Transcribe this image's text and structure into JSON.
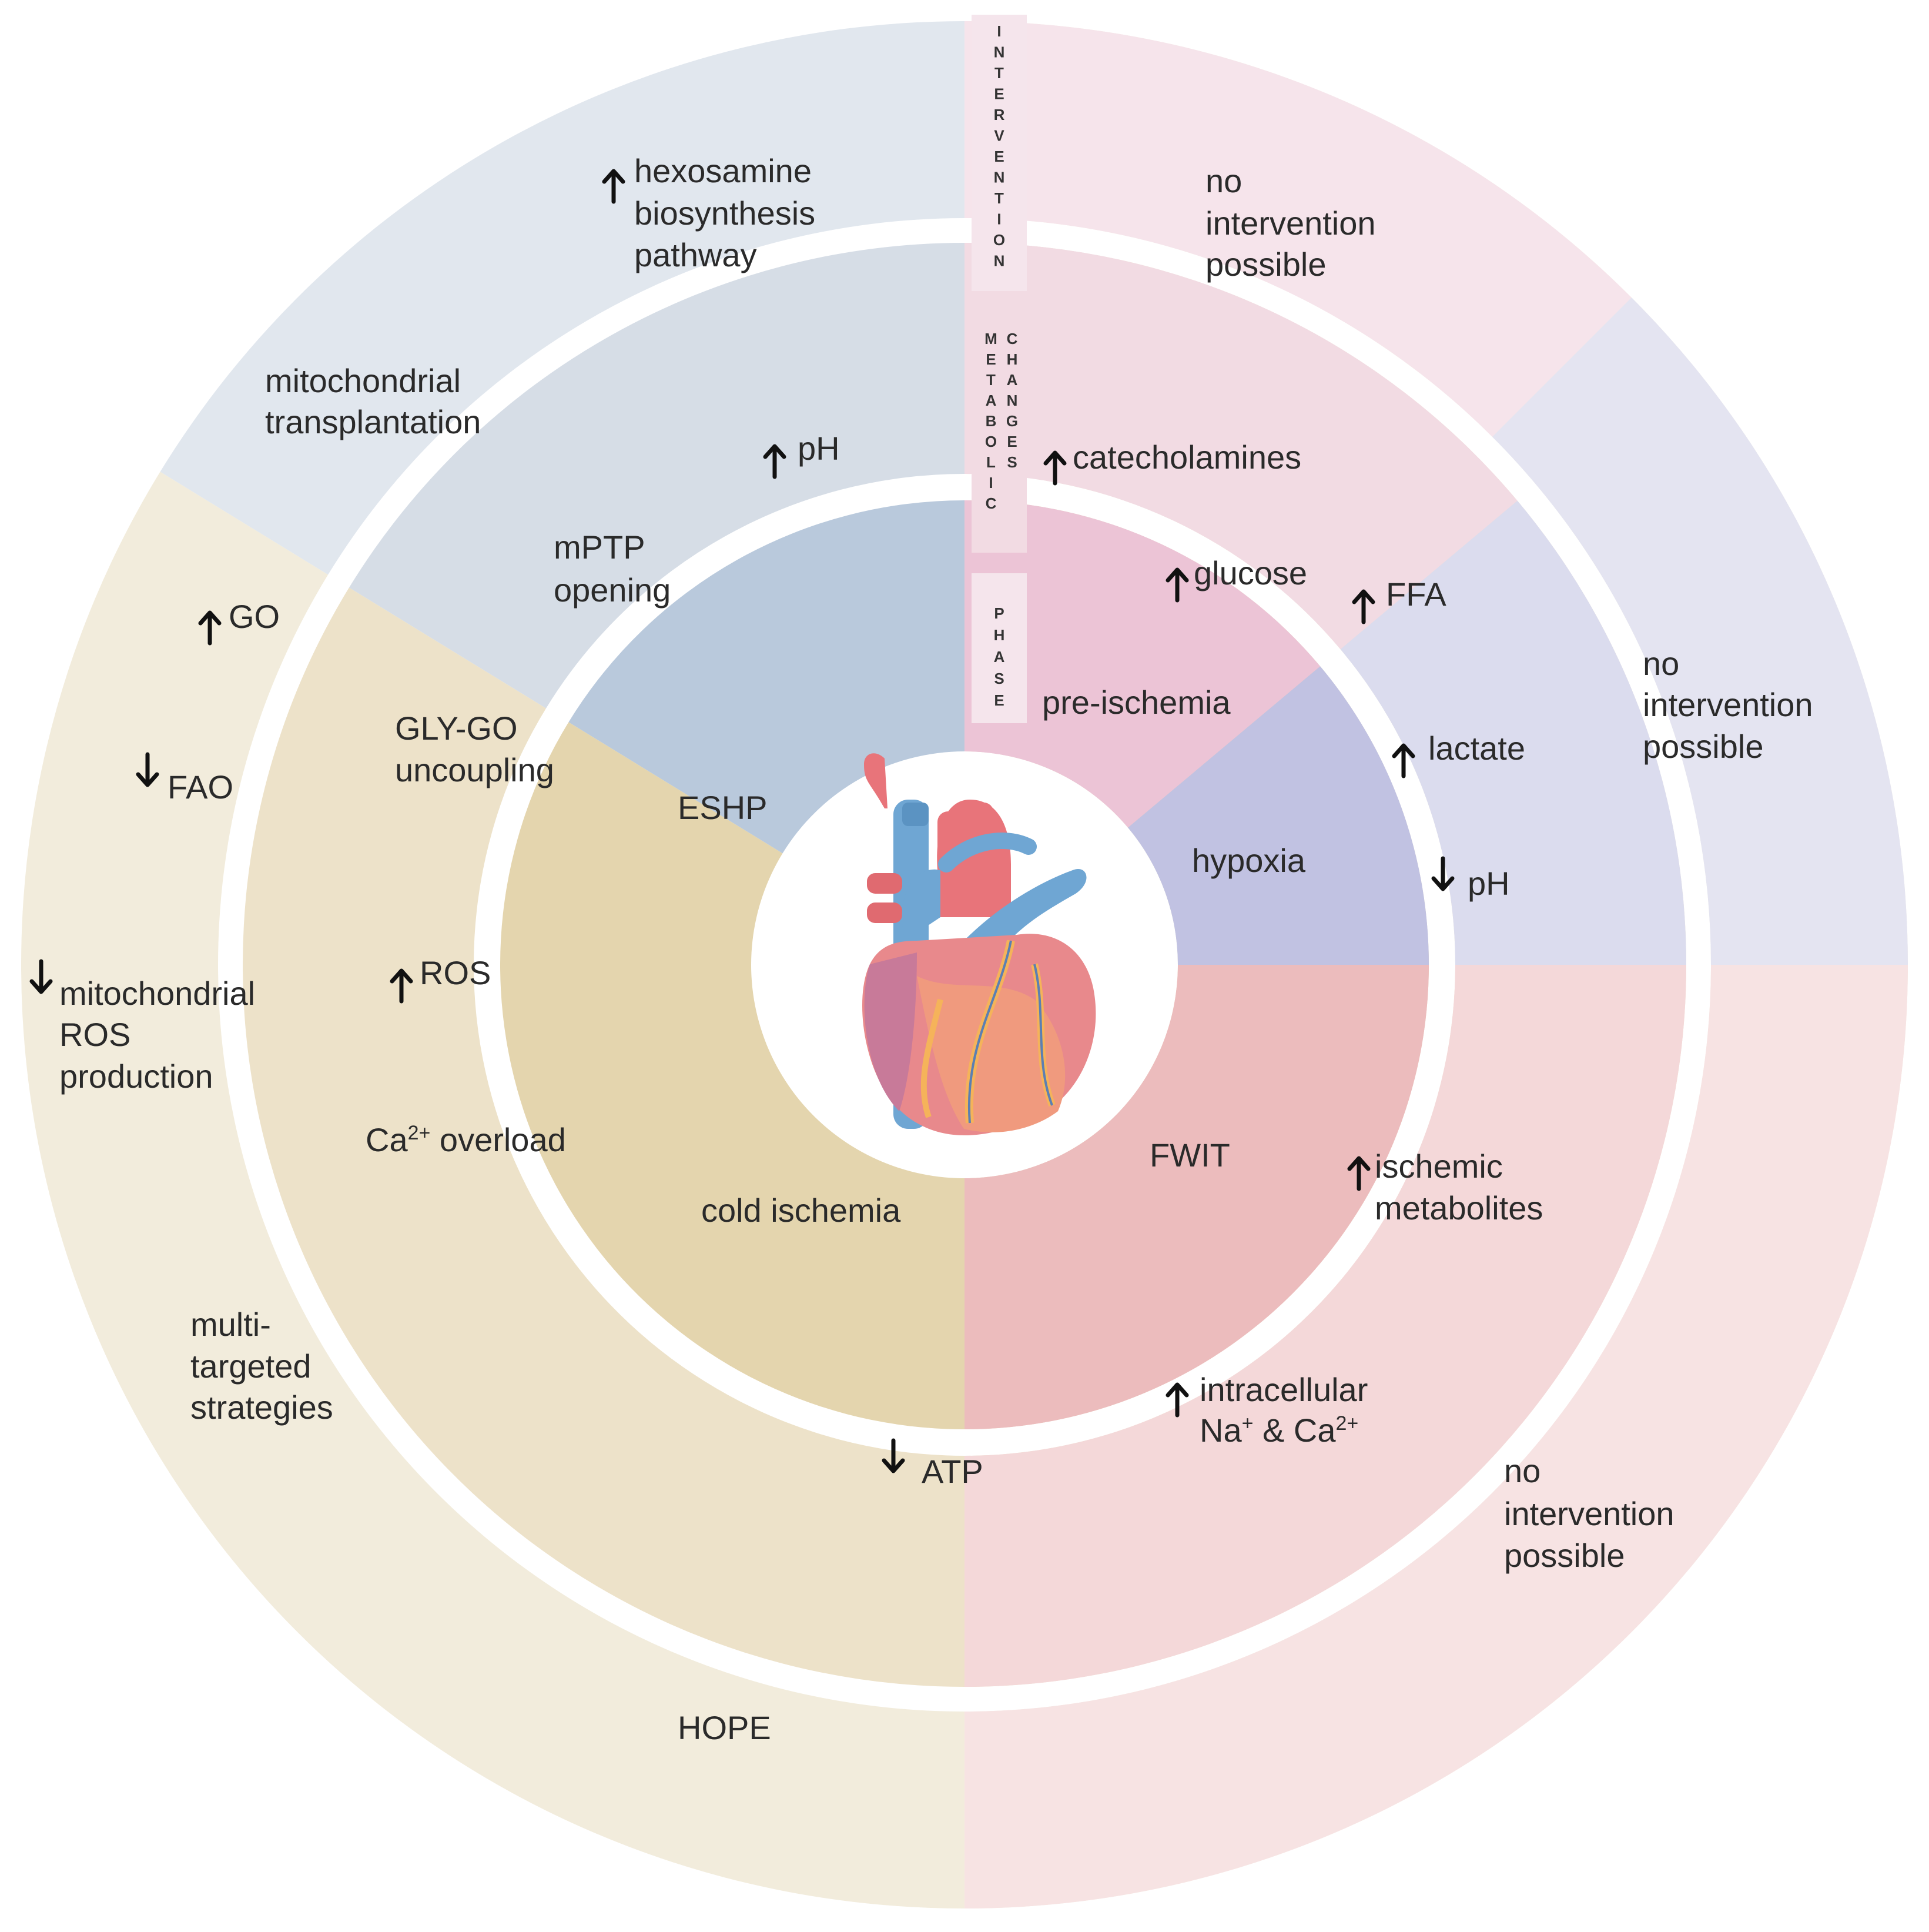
{
  "strips": {
    "intervention": "INTERVENTION",
    "metabolic": "METABOLIC",
    "changes": "CHANGES",
    "phase": "PHASE"
  },
  "phases": {
    "pre_ischemia": "pre-ischemia",
    "hypoxia": "hypoxia",
    "fwit": "FWIT",
    "cold_ischemia": "cold ischemia",
    "eshp": "ESHP"
  },
  "metabolic_changes": {
    "catecholamines": "catecholamines",
    "glucose": "glucose",
    "ffa": "FFA",
    "lactate": "lactate",
    "ph_low": "pH",
    "ischemic_1": "ischemic",
    "ischemic_2": "metabolites",
    "intracellular_1": "intracellular",
    "intracellular_2_na": "Na",
    "intracellular_2_sup1": "+",
    "intracellular_2_mid": " & Ca",
    "intracellular_2_sup2": "2+",
    "atp": "ATP",
    "ph_high": "pH",
    "mptp_1": "mPTP",
    "mptp_2": "opening",
    "glygo_1": "GLY-GO",
    "glygo_2": "uncoupling",
    "ros": "ROS",
    "ca_pre": "Ca",
    "ca_sup": "2+",
    "ca_post": " overload"
  },
  "interventions": {
    "no_int_top": [
      "no",
      "intervention",
      "possible"
    ],
    "no_int_right": [
      "no",
      "intervention",
      "possible"
    ],
    "no_int_bottom": [
      "no",
      "intervention",
      "possible"
    ],
    "hexosamine": [
      "hexosamine",
      "biosynthesis",
      "pathway"
    ],
    "mito_transplant": [
      "mitochondrial",
      "transplantation"
    ],
    "go": "GO",
    "fao": "FAO",
    "mito_ros": [
      "mitochondrial",
      "ROS",
      "production"
    ],
    "multi": [
      "multi-",
      "targeted",
      "strategies"
    ],
    "hope": "HOPE"
  },
  "colors": {
    "outer_tan": "#f2ecdc",
    "outer_pink": "#f6e4eb",
    "outer_lavender": "#e4e4f1",
    "outer_rose": "#f7e3e3",
    "outer_blue": "#e1e7ee",
    "mid_tan": "#ede2c9",
    "mid_pink": "#f2dbe3",
    "mid_lavender": "#dbdcee",
    "mid_rose": "#f4d8d9",
    "mid_blue": "#d6dde6",
    "inner_tan": "#e4d5ae",
    "inner_pink": "#ecc4d6",
    "inner_lavender": "#c1c2e2",
    "inner_rose": "#ecbcbd",
    "inner_blue": "#b9c9dc",
    "strip": "#f5e5ec"
  },
  "icons": [
    "heart-illustration",
    "arrow-up-icon",
    "arrow-down-icon"
  ]
}
